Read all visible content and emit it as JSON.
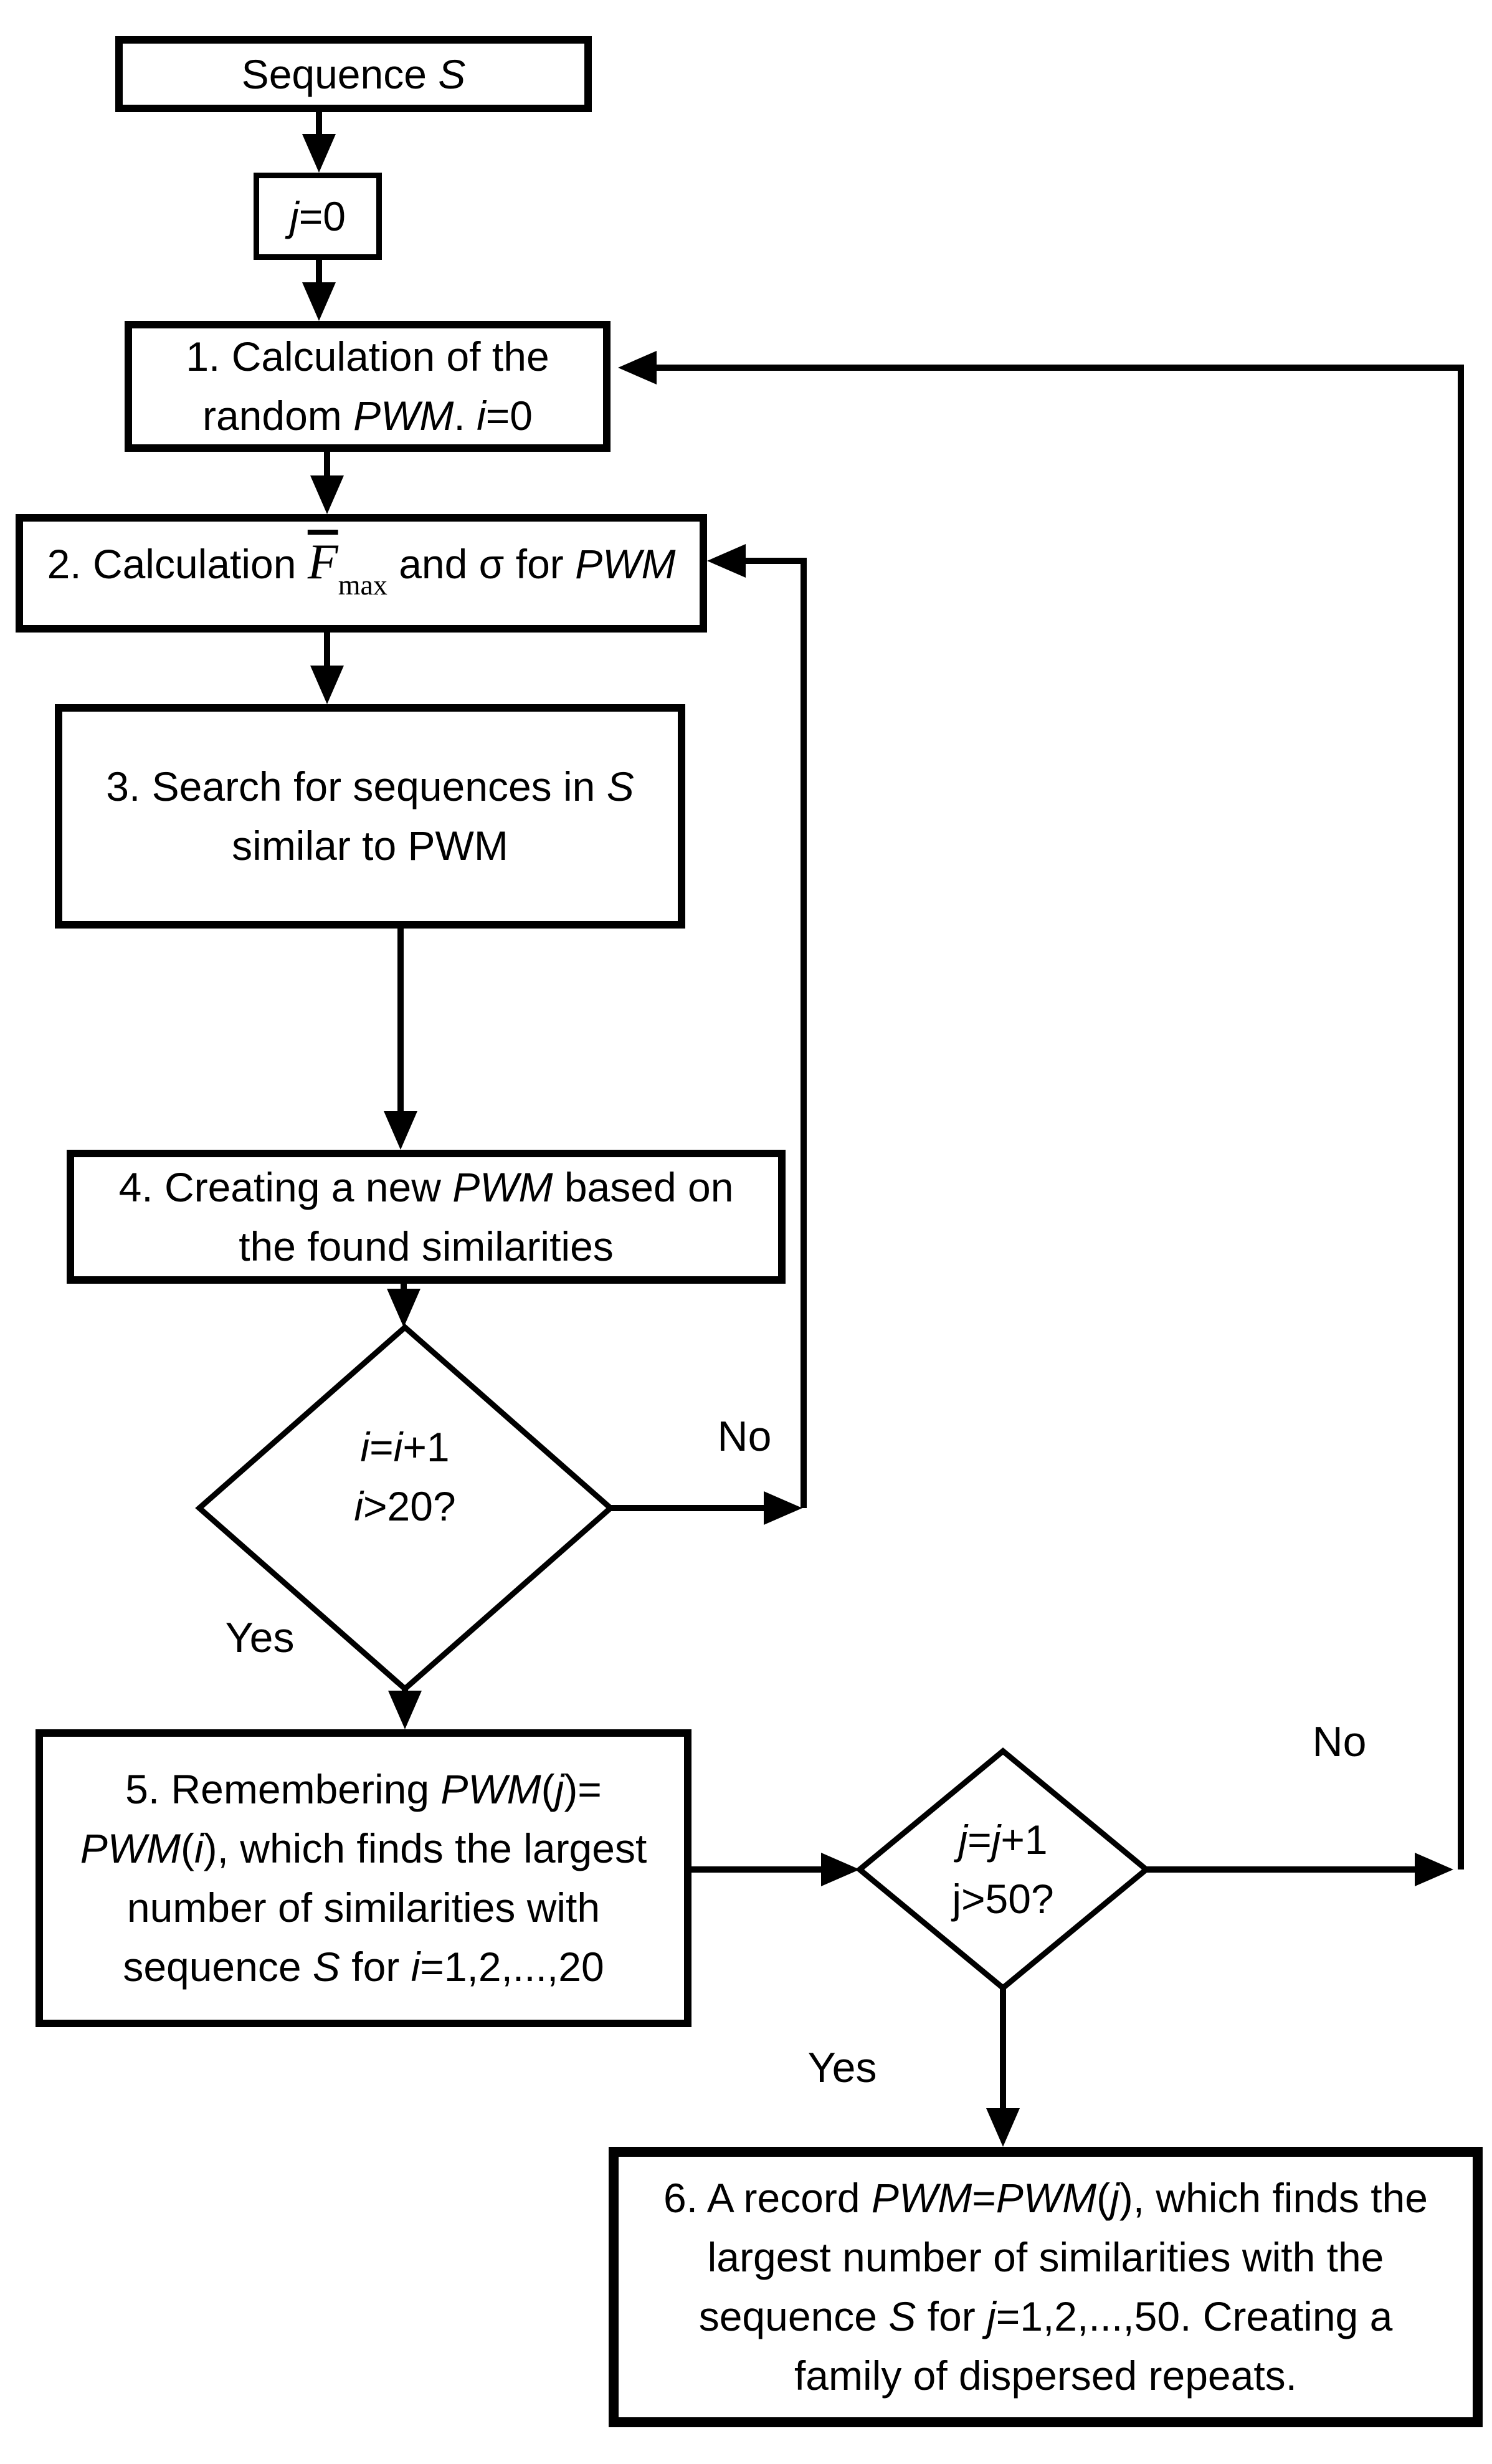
{
  "page": {
    "background": "#ffffff",
    "ink": "#000000"
  },
  "nodes": {
    "seq": {
      "kind": "terminator",
      "lines": [
        [
          [
            "Sequence ",
            0
          ],
          [
            "S",
            1
          ]
        ]
      ]
    },
    "j0": {
      "kind": "process",
      "lines": [
        [
          [
            "j",
            1
          ],
          [
            "=0",
            0
          ]
        ]
      ]
    },
    "step1": {
      "kind": "process",
      "lines": [
        [
          [
            "1. Calculation of the",
            0
          ]
        ],
        [
          [
            "random ",
            0
          ],
          [
            "PWM",
            1
          ],
          [
            ". ",
            0
          ],
          [
            "i",
            1
          ],
          [
            "=0",
            0
          ]
        ]
      ]
    },
    "step2": {
      "kind": "process",
      "lines": [
        [
          [
            "2. Calculation ",
            0
          ],
          [
            "F",
            2
          ],
          [
            "max",
            3
          ],
          [
            "  and σ for ",
            0
          ],
          [
            "PWM",
            1
          ]
        ]
      ]
    },
    "step3": {
      "kind": "process",
      "lines": [
        [
          [
            "3. Search for sequences in ",
            0
          ],
          [
            "S",
            1
          ]
        ],
        [
          [
            "similar to PWM",
            0
          ]
        ]
      ]
    },
    "step4": {
      "kind": "process",
      "lines": [
        [
          [
            "4. Creating a new ",
            0
          ],
          [
            "PWM",
            1
          ],
          [
            " based on",
            0
          ]
        ],
        [
          [
            "the found similarities",
            0
          ]
        ]
      ]
    },
    "dec1": {
      "kind": "decision",
      "lines": [
        [
          [
            "i",
            1
          ],
          [
            "=",
            0
          ],
          [
            "i",
            1
          ],
          [
            "+1",
            0
          ]
        ],
        [
          [
            "i",
            1
          ],
          [
            ">20?",
            0
          ]
        ]
      ]
    },
    "step5": {
      "kind": "process",
      "lines": [
        [
          [
            "5. Remembering ",
            0
          ],
          [
            "PWM",
            1
          ],
          [
            "(",
            0
          ],
          [
            "j",
            1
          ],
          [
            ")=",
            0
          ]
        ],
        [
          [
            "PWM",
            1
          ],
          [
            "(",
            0
          ],
          [
            "i",
            1
          ],
          [
            "), which finds the largest",
            0
          ]
        ],
        [
          [
            "number of similarities with",
            0
          ]
        ],
        [
          [
            "sequence ",
            0
          ],
          [
            "S",
            1
          ],
          [
            " for ",
            0
          ],
          [
            "i",
            1
          ],
          [
            "=1,2,...,20",
            0
          ]
        ]
      ]
    },
    "dec2": {
      "kind": "decision",
      "lines": [
        [
          [
            "j",
            1
          ],
          [
            "=",
            0
          ],
          [
            "j",
            1
          ],
          [
            "+1",
            0
          ]
        ],
        [
          [
            "j>50?",
            0
          ]
        ]
      ]
    },
    "step6": {
      "kind": "process",
      "lines": [
        [
          [
            "6. A record ",
            0
          ],
          [
            "PWM",
            1
          ],
          [
            "=",
            0
          ],
          [
            "PWM",
            1
          ],
          [
            "(",
            0
          ],
          [
            "j",
            1
          ],
          [
            "), which finds the",
            0
          ]
        ],
        [
          [
            "largest number of similarities with the",
            0
          ]
        ],
        [
          [
            "sequence ",
            0
          ],
          [
            "S",
            1
          ],
          [
            " for ",
            0
          ],
          [
            "j",
            1
          ],
          [
            "=1,2,...,50. Creating a",
            0
          ]
        ],
        [
          [
            "family of dispersed repeats.",
            0
          ]
        ]
      ]
    }
  },
  "labels": {
    "no1": "No",
    "yes1": "Yes",
    "no2": "No",
    "yes2": "Yes"
  }
}
